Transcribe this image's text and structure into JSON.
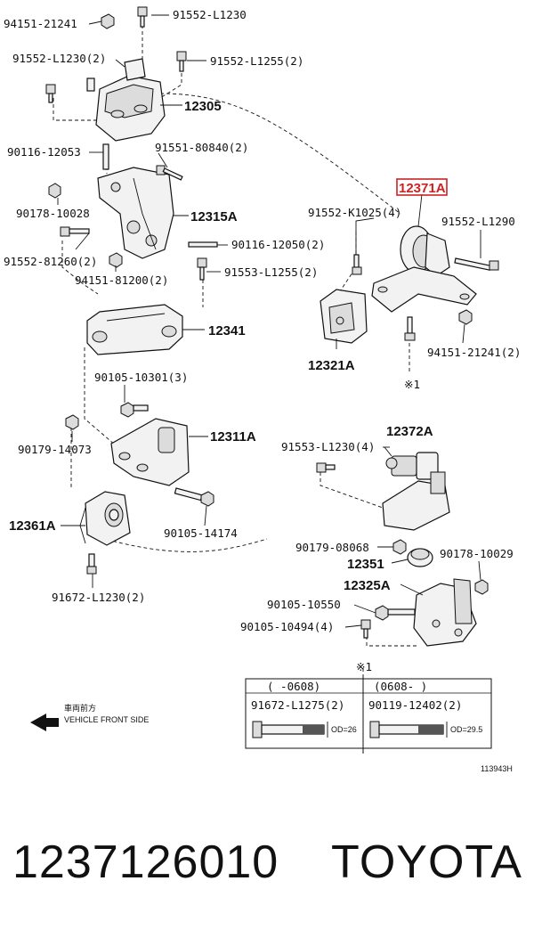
{
  "labels": {
    "l_94151_21241": "94151-21241",
    "l_91552_L1230_top": "91552-L1230",
    "l_91552_L1230_2": "91552-L1230(2)",
    "l_91552_L1255_2": "91552-L1255(2)",
    "l_12305": "12305",
    "l_90116_12053": "90116-12053",
    "l_91551_80840_2": "91551-80840(2)",
    "l_90178_10028": "90178-10028",
    "l_12315A": "12315A",
    "l_90116_12050_2": "90116-12050(2)",
    "l_91552_81260_2": "91552-81260(2)",
    "l_91553_L1255_2": "91553-L1255(2)",
    "l_94151_81200_2": "94151-81200(2)",
    "l_12341": "12341",
    "l_12371A": "12371A",
    "l_91552_K1025_4": "91552-K1025(4)",
    "l_91552_L1290": "91552-L1290",
    "l_12321A": "12321A",
    "l_94151_21241_2": "94151-21241(2)",
    "l_note1": "※1",
    "l_90105_10301_3": "90105-10301(3)",
    "l_90179_14073": "90179-14073",
    "l_12311A": "12311A",
    "l_12372A": "12372A",
    "l_91553_L1230_4": "91553-L1230(4)",
    "l_12361A": "12361A",
    "l_90105_14174": "90105-14174",
    "l_90179_08068": "90179-08068",
    "l_90178_10029": "90178-10029",
    "l_12351": "12351",
    "l_12325A": "12325A",
    "l_91672_L1230_2": "91672-L1230(2)",
    "l_90105_10550": "90105-10550",
    "l_90105_10494_4": "90105-10494(4)",
    "l_note1_table": "※1",
    "front_jp": "車両前方",
    "front_en": "VEHICLE FRONT SIDE",
    "drawing_no": "113943H"
  },
  "table": {
    "col1_range": "(      -0608)",
    "col2_range": "(0608-      )",
    "col1_part": "91672-L1275(2)",
    "col2_part": "90119-12402(2)",
    "col1_dim": "OD=26",
    "col2_dim": "OD=29.5"
  },
  "highlight_color": "#cc2222",
  "footer": {
    "part_number": "1237126010",
    "brand": "TOYOTA"
  }
}
